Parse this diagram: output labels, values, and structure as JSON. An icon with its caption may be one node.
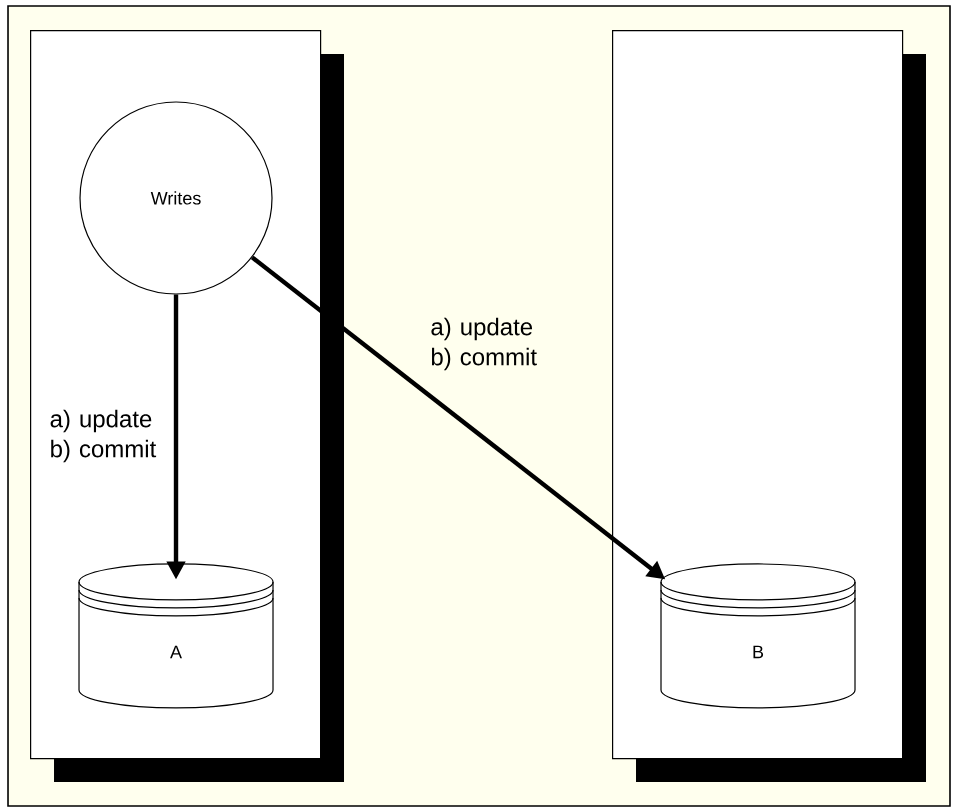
{
  "diagram": {
    "nodes": [
      {
        "text": [],
        "shape": "box"
      },
      {
        "text": [],
        "shape": "box"
      },
      {
        "text": [
          "Writes"
        ],
        "in": 0
      },
      {
        "text": [
          "A"
        ],
        "in": 0
      },
      {
        "text": [
          "B"
        ],
        "in": 1
      }
    ],
    "edges": [
      {
        "from": 2,
        "to": 3,
        "arrow": "to",
        "label": "a) update b) commit"
      },
      {
        "from": 2,
        "to": 4,
        "arrow": "to",
        "label": "a) update b) commit"
      }
    ]
  }
}
